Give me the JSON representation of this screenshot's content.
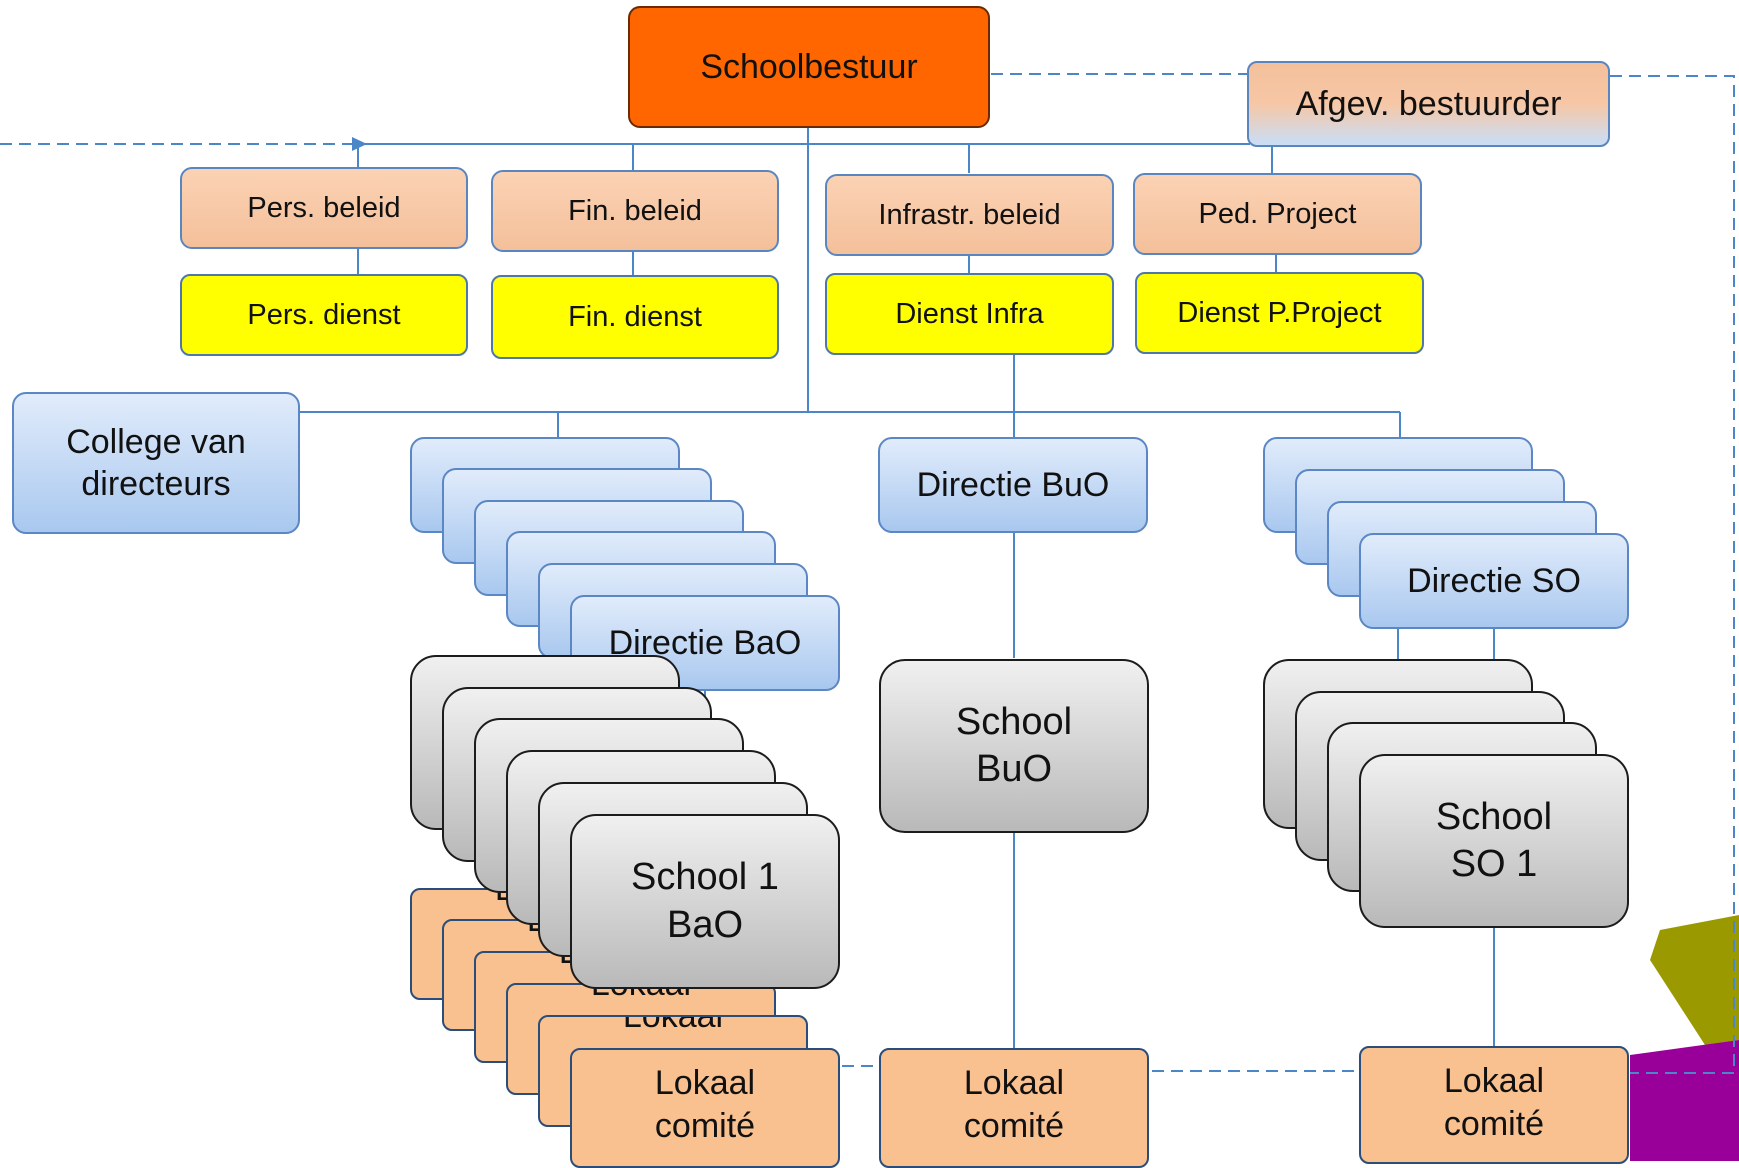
{
  "nodes": {
    "schoolbestuur": "Schoolbestuur",
    "afgevaardigd_bestuurder": "Afgev. bestuurder",
    "pers_beleid": "Pers. beleid",
    "fin_beleid": "Fin. beleid",
    "infrastr_beleid": "Infrastr. beleid",
    "ped_project": "Ped. Project",
    "pers_dienst": "Pers. dienst",
    "fin_dienst": "Fin. dienst",
    "dienst_infra": "Dienst Infra",
    "dienst_pproject": "Dienst P.Project",
    "college_line1": "College van",
    "college_line2": "directeurs",
    "directie_bao": "Directie BaO",
    "directie_buo": "Directie BuO",
    "directie_so": "Directie SO",
    "school_bao_line1": "School 1",
    "school_bao_line2": "BaO",
    "school_buo_line1": "School",
    "school_buo_line2": "BuO",
    "school_so_line1": "School",
    "school_so_line2": "SO 1",
    "lokaal_line1": "Lokaal",
    "lokaal_line2": "comité",
    "lokaal_stack_label": "Lokaal"
  },
  "colors": {
    "head": "#ff6600",
    "beleid": "#f7c5a3",
    "dienst": "#ffff00",
    "directie": "#b7d1f2",
    "school": "#cfcfcf",
    "comite": "#f9c090",
    "line": "#4a86c8",
    "deco_olive": "#9a9a00",
    "deco_purple": "#990099"
  }
}
